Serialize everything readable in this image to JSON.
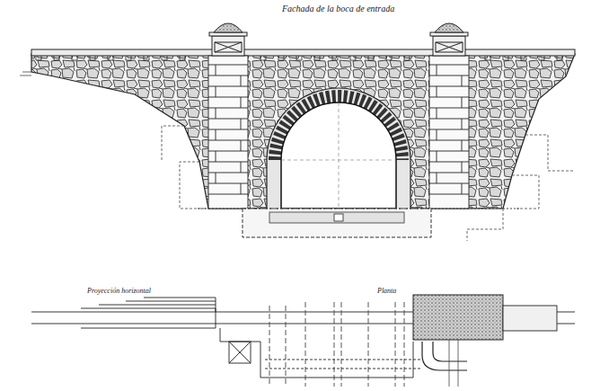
{
  "diagram": {
    "title": "Fachada de la boca de entrada",
    "labels": [
      "Proyección horizontal",
      "Planta"
    ]
  }
}
